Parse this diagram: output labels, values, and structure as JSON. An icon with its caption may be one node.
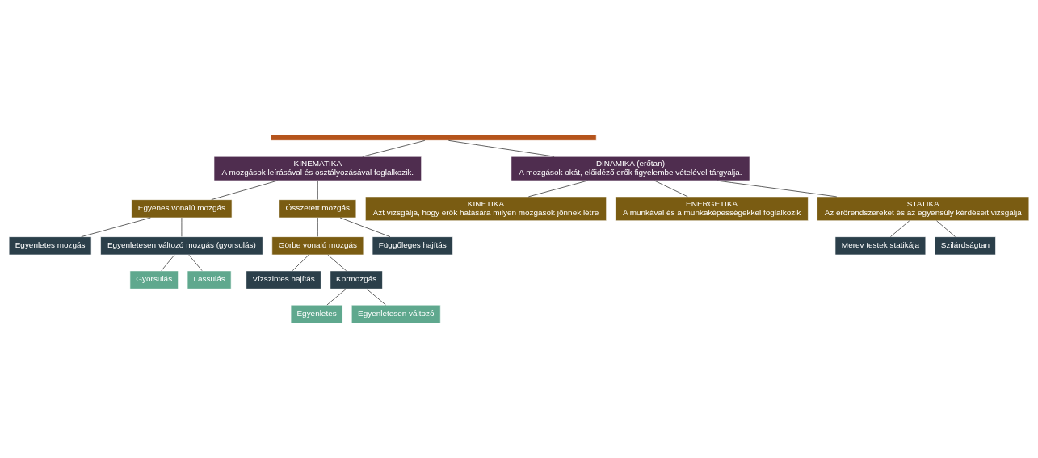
{
  "diagram": {
    "nodes": [
      {
        "text": [],
        "shape": "bar"
      },
      {
        "text": [
          "KINEMATIKA",
          "A mozgások leírásával és osztályozásával foglalkozik."
        ]
      },
      {
        "text": [
          "DINAMIKA (erőtan)",
          "A mozgások okát, előidéző erők figyelembe vételével tárgyalja."
        ]
      },
      {
        "text": [
          "Egyenes vonalú mozgás"
        ]
      },
      {
        "text": [
          "Összetett mozgás"
        ]
      },
      {
        "text": [
          "KINETIKA",
          "Azt vizsgálja, hogy erők hatására milyen mozgások jönnek létre"
        ]
      },
      {
        "text": [
          "ENERGETIKA",
          "A munkával és a munkaképességekkel foglalkozik"
        ]
      },
      {
        "text": [
          "Egyenletes mozgás"
        ]
      },
      {
        "text": [
          "Görbe vonalú mozgás"
        ]
      },
      {
        "text": [
          "Függőleges hajítás"
        ]
      },
      {
        "text": [
          "STATIKA",
          "Az erőrendszereket és az egyensúly kérdéseit vizsgálja"
        ]
      },
      {
        "text": [
          "Egyenletesen változó mozgás (gyorsulás)"
        ]
      },
      {
        "text": [
          "Vízszintes hajítás"
        ]
      },
      {
        "text": [
          "Körmozgás"
        ]
      },
      {
        "text": [
          "Merev testek statikája"
        ]
      },
      {
        "text": [
          "Gyorsulás"
        ]
      },
      {
        "text": [
          "Lassulás"
        ]
      },
      {
        "text": [
          "Egyenletes"
        ]
      },
      {
        "text": [
          "Egyenletesen változó"
        ]
      },
      {
        "text": [
          "Szilárdságtan"
        ]
      }
    ],
    "edges": [
      {
        "from": 0,
        "to": 1,
        "arrow": "none"
      },
      {
        "from": 0,
        "to": 2,
        "arrow": "none"
      },
      {
        "from": 1,
        "to": 3,
        "arrow": "none"
      },
      {
        "from": 1,
        "to": 4,
        "arrow": "none"
      },
      {
        "from": 2,
        "to": 5,
        "arrow": "none"
      },
      {
        "from": 2,
        "to": 6,
        "arrow": "none"
      },
      {
        "from": 2,
        "to": 10,
        "arrow": "none"
      },
      {
        "from": 3,
        "to": 7,
        "arrow": "none"
      },
      {
        "from": 3,
        "to": 11,
        "arrow": "none"
      },
      {
        "from": 4,
        "to": 9,
        "arrow": "none"
      },
      {
        "from": 4,
        "to": 8,
        "arrow": "none"
      },
      {
        "from": 8,
        "to": 12,
        "arrow": "none"
      },
      {
        "from": 8,
        "to": 13,
        "arrow": "none"
      },
      {
        "from": 10,
        "to": 14,
        "arrow": "none"
      },
      {
        "from": 10,
        "to": 19,
        "arrow": "none"
      },
      {
        "from": 11,
        "to": 15,
        "arrow": "none"
      },
      {
        "from": 11,
        "to": 16,
        "arrow": "none"
      },
      {
        "from": 13,
        "to": 17,
        "arrow": "none"
      },
      {
        "from": 13,
        "to": 18,
        "arrow": "none"
      }
    ]
  }
}
